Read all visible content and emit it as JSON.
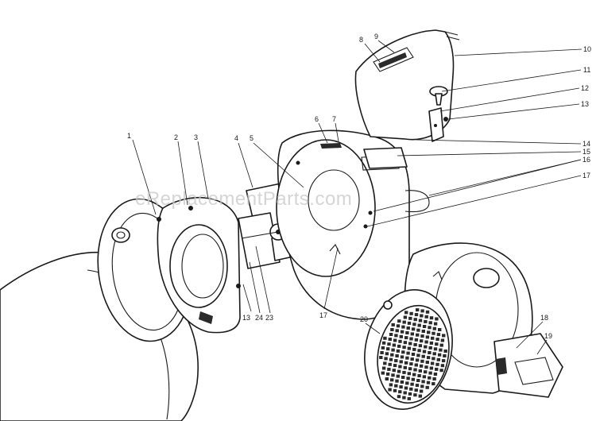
{
  "watermark": "eReplacementParts.com",
  "callouts": [
    {
      "id": "c1",
      "label": "1"
    },
    {
      "id": "c2",
      "label": "2"
    },
    {
      "id": "c3",
      "label": "3"
    },
    {
      "id": "c4",
      "label": "4"
    },
    {
      "id": "c5",
      "label": "5"
    },
    {
      "id": "c6",
      "label": "6"
    },
    {
      "id": "c7",
      "label": "7"
    },
    {
      "id": "c8",
      "label": "8"
    },
    {
      "id": "c9",
      "label": "9"
    },
    {
      "id": "c10",
      "label": "10"
    },
    {
      "id": "c11",
      "label": "11"
    },
    {
      "id": "c12",
      "label": "12"
    },
    {
      "id": "c13a",
      "label": "13"
    },
    {
      "id": "c13b",
      "label": "13"
    },
    {
      "id": "c14",
      "label": "14"
    },
    {
      "id": "c15",
      "label": "15"
    },
    {
      "id": "c16",
      "label": "16"
    },
    {
      "id": "c17a",
      "label": "17"
    },
    {
      "id": "c17b",
      "label": "17"
    },
    {
      "id": "c18",
      "label": "18"
    },
    {
      "id": "c19",
      "label": "19"
    },
    {
      "id": "c20",
      "label": "20"
    },
    {
      "id": "c23",
      "label": "23"
    },
    {
      "id": "c24",
      "label": "24"
    }
  ]
}
